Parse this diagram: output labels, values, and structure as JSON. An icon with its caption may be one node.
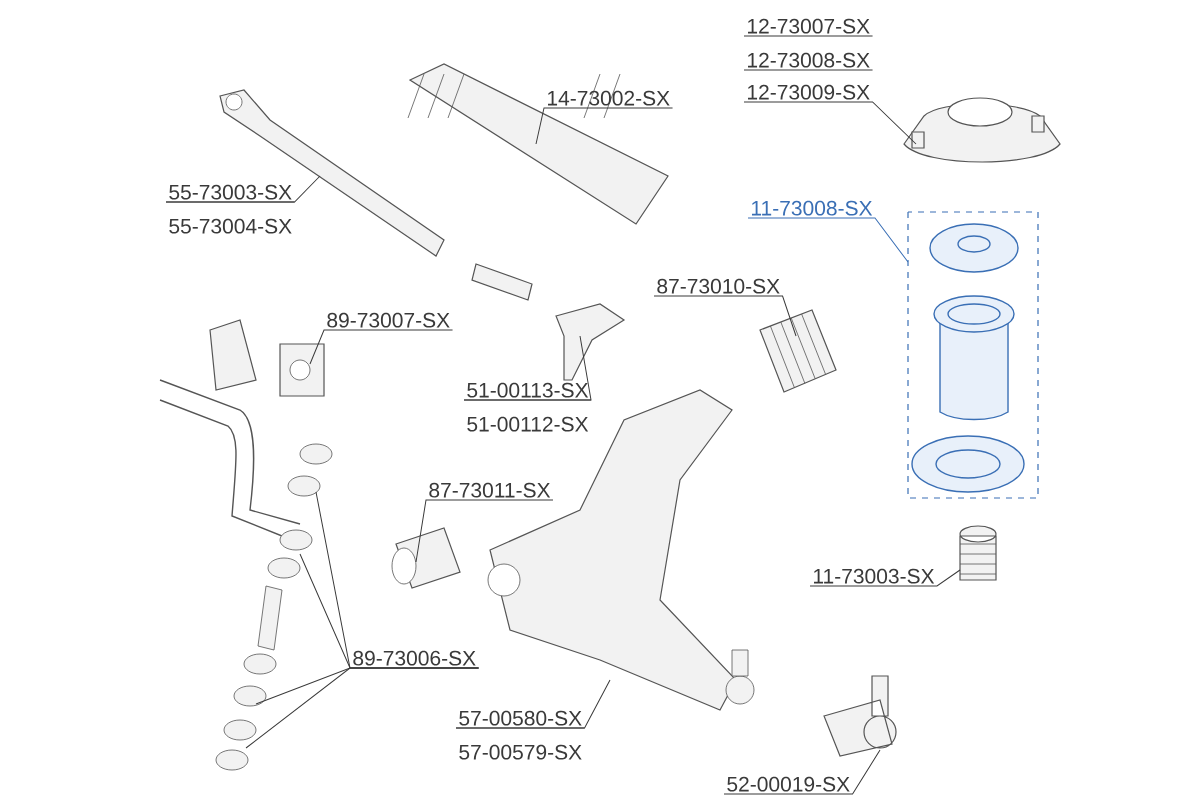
{
  "diagram": {
    "nodes": [
      {
        "text": [
          "12-73007-SX"
        ]
      },
      {
        "text": [
          "12-73008-SX"
        ]
      },
      {
        "text": [
          "12-73009-SX"
        ]
      },
      {
        "text": [
          "14-73002-SX"
        ]
      },
      {
        "text": [
          "55-73003-SX"
        ]
      },
      {
        "text": [
          "55-73004-SX"
        ]
      },
      {
        "text": [
          "11-73008-SX"
        ]
      },
      {
        "text": [
          "87-73010-SX"
        ]
      },
      {
        "text": [
          "89-73007-SX"
        ]
      },
      {
        "text": [
          "51-00113-SX"
        ]
      },
      {
        "text": [
          "51-00112-SX"
        ]
      },
      {
        "text": [
          "87-73011-SX"
        ]
      },
      {
        "text": [
          "11-73003-SX"
        ]
      },
      {
        "text": [
          "89-73006-SX"
        ]
      },
      {
        "text": [
          "57-00580-SX"
        ]
      },
      {
        "text": [
          "57-00579-SX"
        ]
      },
      {
        "text": [
          "52-00019-SX"
        ]
      }
    ],
    "edges": [
      {
        "from": 2,
        "to": null,
        "arrow": "none"
      },
      {
        "from": 3,
        "to": null,
        "arrow": "none"
      },
      {
        "from": 4,
        "to": null,
        "arrow": "none"
      },
      {
        "from": 6,
        "to": null,
        "arrow": "none",
        "color": "#3a6fb5"
      },
      {
        "from": 7,
        "to": null,
        "arrow": "none"
      },
      {
        "from": 8,
        "to": null,
        "arrow": "none"
      },
      {
        "from": 9,
        "to": null,
        "arrow": "none"
      },
      {
        "from": 11,
        "to": null,
        "arrow": "none"
      },
      {
        "from": 12,
        "to": null,
        "arrow": "none"
      },
      {
        "from": 13,
        "to": null,
        "arrow": "none"
      },
      {
        "from": 13,
        "to": null,
        "arrow": "none"
      },
      {
        "from": 13,
        "to": null,
        "arrow": "none"
      },
      {
        "from": 13,
        "to": null,
        "arrow": "none"
      },
      {
        "from": 14,
        "to": null,
        "arrow": "none"
      },
      {
        "from": 16,
        "to": null,
        "arrow": "none"
      }
    ]
  }
}
